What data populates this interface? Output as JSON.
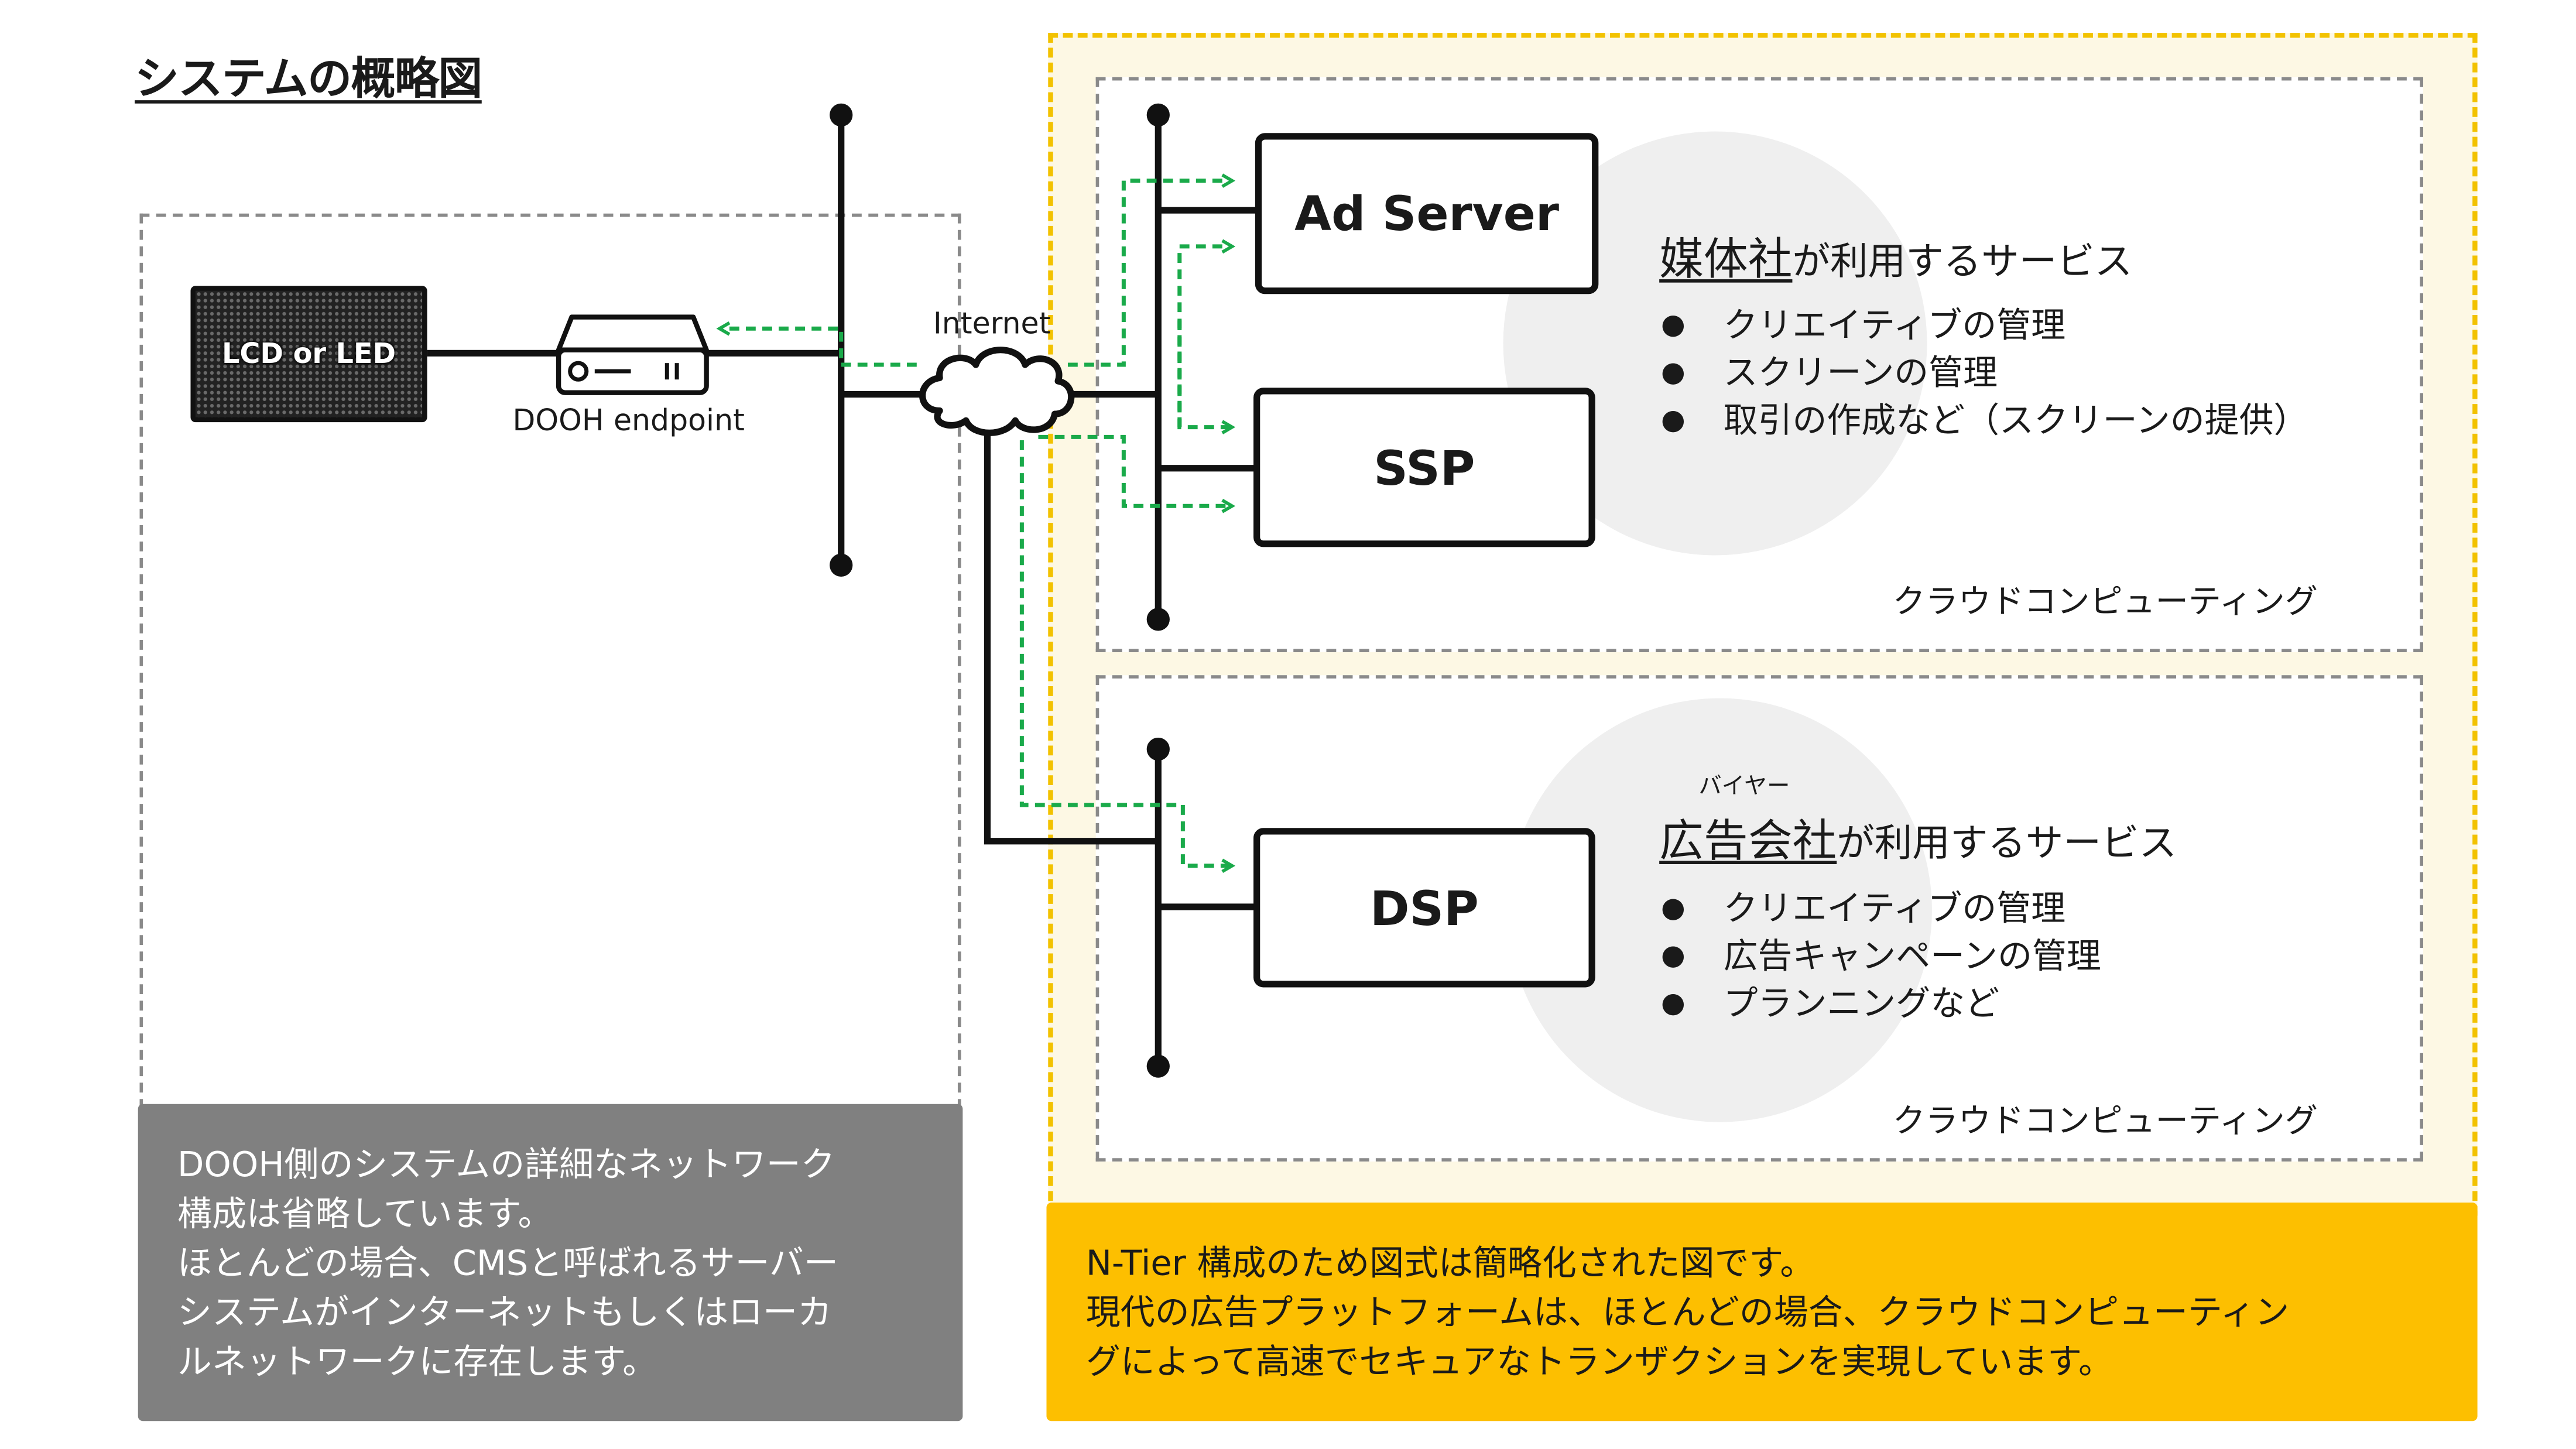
{
  "title": "システムの概略図",
  "display": {
    "label": "LCD or LED"
  },
  "endpoint": {
    "label": "DOOH endpoint"
  },
  "internet": {
    "label": "Internet"
  },
  "servers": {
    "ad_server": "Ad Server",
    "ssp": "SSP",
    "dsp": "DSP"
  },
  "publisher_services": {
    "emphasis": "媒体社",
    "suffix": "が利用するサービス",
    "items": [
      "クリエイティブの管理",
      "スクリーンの管理",
      "取引の作成など（スクリーンの提供）"
    ],
    "footer": "クラウドコンピューティング"
  },
  "advertiser_services": {
    "ruby": "バイヤー",
    "emphasis": "広告会社",
    "suffix": "が利用するサービス",
    "items": [
      "クリエイティブの管理",
      "広告キャンペーンの管理",
      "プランニングなど"
    ],
    "footer": "クラウドコンピューティング"
  },
  "note_dooh": {
    "lines": [
      "DOOH側のシステムの詳細なネットワーク",
      "構成は省略しています。",
      "ほとんどの場合、CMSと呼ばれるサーバー",
      "システムがインターネットもしくはローカ",
      "ルネットワークに存在します。"
    ]
  },
  "note_ntier": {
    "lines": [
      "N-Tier 構成のため図式は簡略化された図です。",
      "現代の広告プラットフォームは、ほとんどの場合、クラウドコンピューティン",
      "グによって高速でセキュアなトランザクションを実現しています。"
    ]
  },
  "colors": {
    "flow_arrow": "#1aaa4a",
    "cloud_border": "#f2c200",
    "cloud_fill": "#fdf8e4",
    "note_ntier_bg": "#fdbf00",
    "note_dooh_bg": "#808080"
  }
}
